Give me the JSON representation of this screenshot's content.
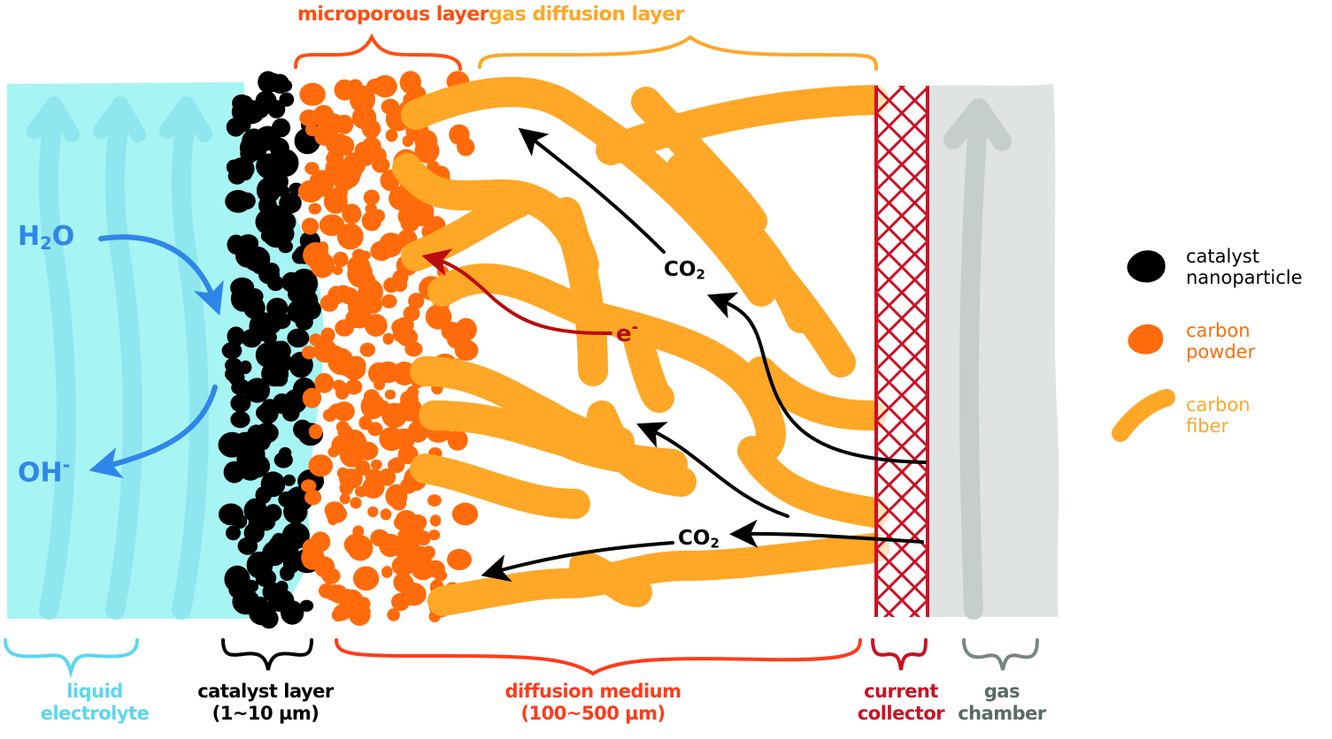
{
  "colors": {
    "electrolyte_fill": "#a6f4f4",
    "electrolyte_wave": "#8fe6ef",
    "electrolyte_label": "#5ad7f0",
    "catalyst": "#000000",
    "carbon_powder": "#ff6b0a",
    "carbon_fiber": "#ffa726",
    "microporous_label": "#ff4e10",
    "gas_diffusion_label": "#ffa726",
    "diffusion_medium_label": "#ff3b1a",
    "current_collector": "#cc1124",
    "gas_chamber_fill": "#dfe3e3",
    "gas_chamber_arrow": "#c6cdcd",
    "gas_chamber_label": "#5b6a68",
    "water_arrow": "#2f86ea",
    "electron_arrow": "#bb0b0b",
    "co2_arrow": "#000000"
  },
  "top_labels": {
    "microporous_layer": "microporous layer",
    "gas_diffusion_layer": "gas diffusion layer"
  },
  "bottom_labels": {
    "liquid_electrolyte": [
      "liquid",
      "electrolyte"
    ],
    "catalyst_layer": [
      "catalyst layer",
      "(1~10 µm)"
    ],
    "diffusion_medium": [
      "diffusion medium",
      "(100~500 µm)"
    ],
    "current_collector": [
      "current",
      "collector"
    ],
    "gas_chamber": [
      "gas",
      "chamber"
    ]
  },
  "species": {
    "water": {
      "base": "H",
      "sub": "2",
      "tail": "O"
    },
    "hydroxide": {
      "base": "OH",
      "sup": "-"
    },
    "electron": {
      "base": "e",
      "sup": "-"
    },
    "co2_upper": {
      "base": "CO",
      "sub": "2"
    },
    "co2_lower": {
      "base": "CO",
      "sub": "2"
    }
  },
  "legend": [
    {
      "id": "catalyst",
      "lines": [
        "catalyst",
        "nanoparticle"
      ]
    },
    {
      "id": "powder",
      "lines": [
        "carbon",
        "powder"
      ]
    },
    {
      "id": "fiber",
      "lines": [
        "carbon",
        "fiber"
      ]
    }
  ]
}
